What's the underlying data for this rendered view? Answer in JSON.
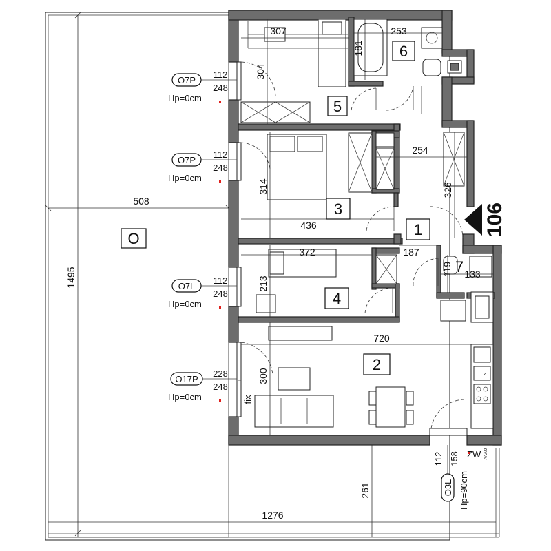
{
  "building_id": "106",
  "terrace": {
    "label": "O",
    "dims": {
      "width": "508",
      "length": "1495",
      "bottom": "1276",
      "side": "261"
    }
  },
  "rooms": [
    {
      "id": "1"
    },
    {
      "id": "2"
    },
    {
      "id": "3"
    },
    {
      "id": "4"
    },
    {
      "id": "5"
    },
    {
      "id": "6"
    },
    {
      "id": "7"
    }
  ],
  "dimensions": {
    "r5_w": "307",
    "r5_h": "304",
    "bath_w": "253",
    "bath_h": "181",
    "r3_w": "436",
    "r3_h": "314",
    "hall_w": "254",
    "hall_h": "326",
    "r4_w": "372",
    "r4_h": "213",
    "r1_w": "187",
    "r7_w": "133",
    "r7_h": "119",
    "r2_w": "720",
    "r2_h": "300"
  },
  "windows": [
    {
      "type": "O7P",
      "w": "112",
      "h": "248",
      "sill": "Hp=0cm"
    },
    {
      "type": "O7P",
      "w": "112",
      "h": "248",
      "sill": "Hp=0cm"
    },
    {
      "type": "O7L",
      "w": "112",
      "h": "248",
      "sill": "Hp=0cm"
    },
    {
      "type": "O17P",
      "w": "228",
      "h": "248",
      "sill": "Hp=0cm"
    }
  ],
  "bottom_window": {
    "type": "O3L",
    "w": "112",
    "h": "158",
    "sill": "Hp=90cm"
  },
  "labels": {
    "fix": "fix",
    "zw": "ZW",
    "zw_sub": "AAAO",
    "appliance_z": "z"
  }
}
